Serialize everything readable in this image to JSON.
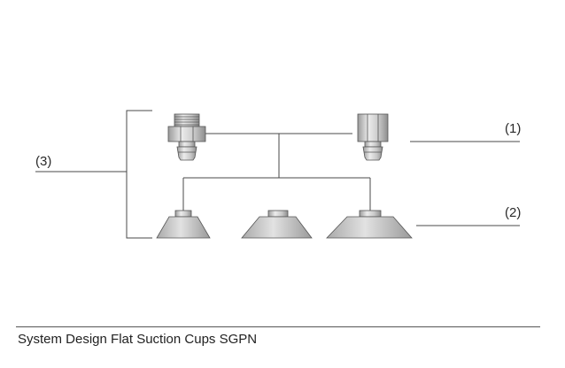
{
  "callouts": {
    "fittings": "(1)",
    "suction_cups": "(2)",
    "system": "(3)"
  },
  "caption": "System Design Flat Suction Cups SGPN",
  "colors": {
    "part_fill": "#c4c4c4",
    "part_highlight": "#ececec",
    "part_shade": "#8f8f8f",
    "line": "#4a4a4a"
  }
}
